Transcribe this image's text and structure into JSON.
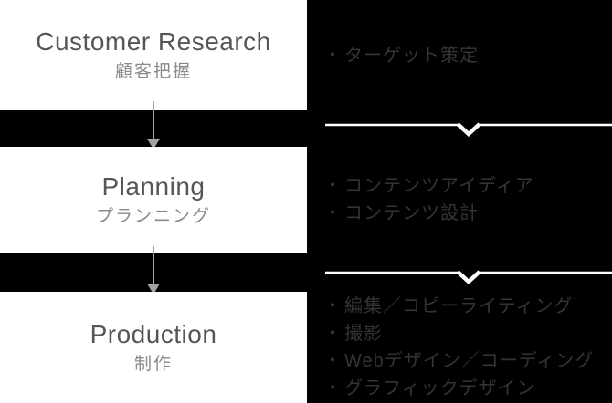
{
  "diagram": {
    "bullet_char": "・",
    "rows": [
      {
        "title_en": "Customer Research",
        "title_ja": "顧客把握",
        "items": [
          "ターゲット策定"
        ]
      },
      {
        "title_en": "Planning",
        "title_ja": "プランニング",
        "items": [
          "コンテンツアイディア",
          "コンテンツ設計"
        ]
      },
      {
        "title_en": "Production",
        "title_ja": "制作",
        "items": [
          "編集／コピーライティング",
          "撮影",
          "Webデザイン／コーディング",
          "グラフィックデザイン"
        ]
      }
    ],
    "icons": [
      "down-arrow-icon",
      "chevron-down-icon"
    ],
    "colors": {
      "background": "#000000",
      "card": "#ffffff",
      "title_en": "#565656",
      "title_ja": "#8a8a8a",
      "item_text": "#343434",
      "arrow": "#a4a4a4",
      "divider": "#ffffff"
    }
  }
}
